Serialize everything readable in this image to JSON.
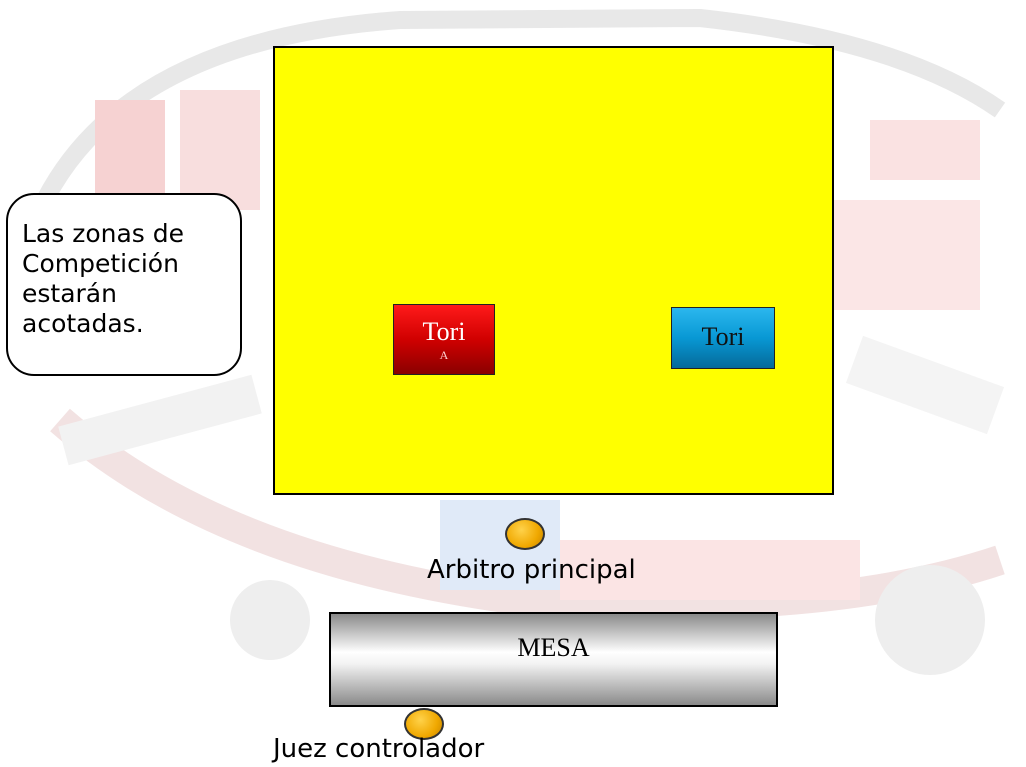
{
  "callout": {
    "text": " Las zonas de\nCompetición\nestarán\nacotadas."
  },
  "zone": {
    "color": "#ffff00",
    "tori_red": {
      "label": "Tori",
      "sub_label": "A"
    },
    "tori_blue": {
      "label": "Tori"
    }
  },
  "referee": {
    "label": "Arbitro principal"
  },
  "table": {
    "label": "MESA"
  },
  "controller": {
    "label": "Juez controlador"
  },
  "colors": {
    "zone": "#ffff00",
    "tori_red": "#d00000",
    "tori_blue": "#0898d4",
    "official_marker": "#f0a800"
  }
}
